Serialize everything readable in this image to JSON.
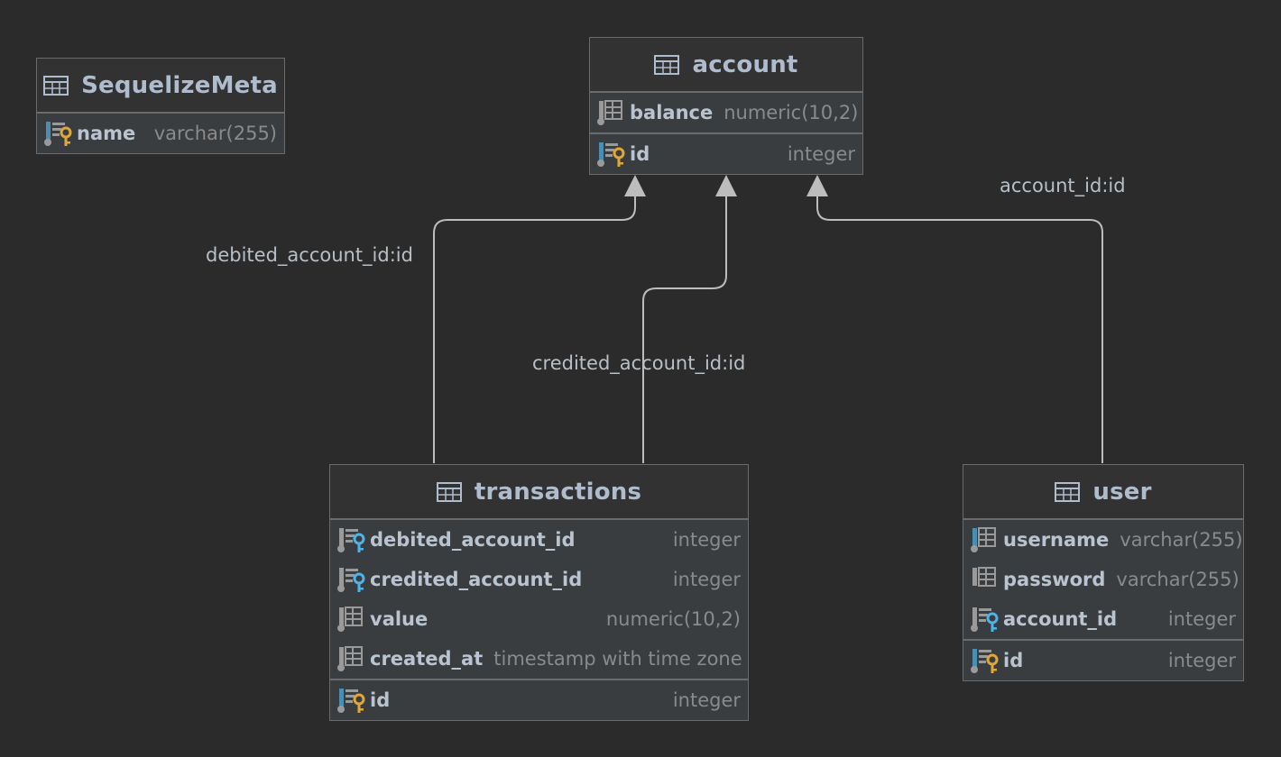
{
  "tables": {
    "sequelize_meta": {
      "title": "SequelizeMeta",
      "columns": [
        {
          "name": "name",
          "type": "varchar(255)",
          "icon": "primary-key-column-icon"
        }
      ]
    },
    "account": {
      "title": "account",
      "columns": [
        {
          "name": "balance",
          "type": "numeric(10,2)",
          "icon": "column-icon"
        }
      ],
      "keys": [
        {
          "name": "id",
          "type": "integer",
          "icon": "primary-key-column-icon"
        }
      ]
    },
    "transactions": {
      "title": "transactions",
      "columns": [
        {
          "name": "debited_account_id",
          "type": "integer",
          "icon": "foreign-key-column-icon"
        },
        {
          "name": "credited_account_id",
          "type": "integer",
          "icon": "foreign-key-column-icon"
        },
        {
          "name": "value",
          "type": "numeric(10,2)",
          "icon": "column-icon"
        },
        {
          "name": "created_at",
          "type": "timestamp with time zone",
          "icon": "column-icon"
        }
      ],
      "keys": [
        {
          "name": "id",
          "type": "integer",
          "icon": "primary-key-column-icon"
        }
      ]
    },
    "user": {
      "title": "user",
      "columns": [
        {
          "name": "username",
          "type": "varchar(255)",
          "icon": "column-icon"
        },
        {
          "name": "password",
          "type": "varchar(255)",
          "icon": "column-icon"
        },
        {
          "name": "account_id",
          "type": "integer",
          "icon": "foreign-key-column-icon"
        }
      ],
      "keys": [
        {
          "name": "id",
          "type": "integer",
          "icon": "primary-key-column-icon"
        }
      ]
    }
  },
  "relations": {
    "debited": {
      "label": "debited_account_id:id",
      "from": "transactions",
      "to": "account"
    },
    "credited": {
      "label": "credited_account_id:id",
      "from": "transactions",
      "to": "account"
    },
    "user_account": {
      "label": "account_id:id",
      "from": "user",
      "to": "account"
    }
  },
  "colors": {
    "background": "#2b2b2b",
    "table_body": "#3a3d40",
    "table_header": "#323232",
    "border": "#6b6b6b",
    "title_text": "#aebccd",
    "column_name": "#b9c4d0",
    "column_type": "#8a8a8a",
    "edge_line": "#bdbdbd",
    "primary_key": "#e0a63a",
    "foreign_key": "#4fb3e8",
    "column_bar": "#4a8fb3"
  }
}
